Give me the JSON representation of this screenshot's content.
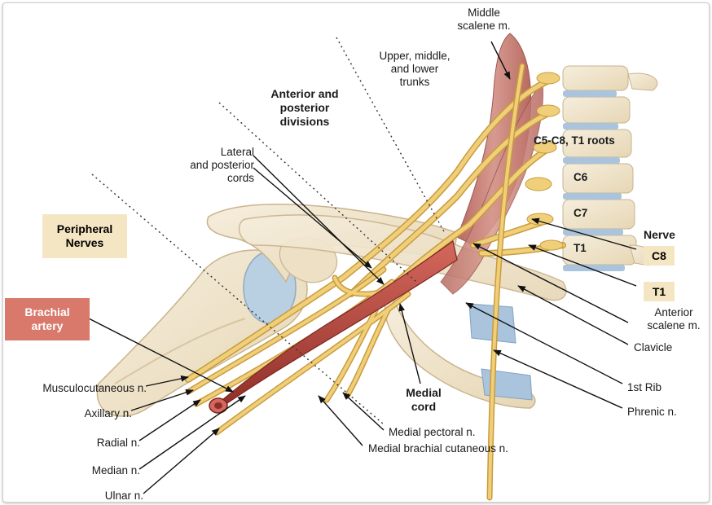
{
  "labels": {
    "middle_scalene": [
      "Middle",
      "scalene m."
    ],
    "trunks": [
      "Upper, middle,",
      "and lower",
      "trunks"
    ],
    "divisions": [
      "Anterior and",
      "posterior",
      "divisions"
    ],
    "cords": [
      "Lateral",
      "and posterior",
      "cords"
    ],
    "roots": "C5-C8, T1 roots",
    "c6": "C6",
    "c7": "C7",
    "t1_vertebra": "T1",
    "nerve_heading": "Nerve",
    "nerve_c8": "C8",
    "nerve_t1": "T1",
    "anterior_scalene": [
      "Anterior",
      "scalene m."
    ],
    "clavicle": "Clavicle",
    "first_rib": "1st Rib",
    "phrenic": "Phrenic n.",
    "medial_cord": [
      "Medial",
      "cord"
    ],
    "medial_pectoral": "Medial pectoral n.",
    "medial_brachial": "Medial brachial cutaneous n.",
    "musculocutaneous": "Musculocutaneous n.",
    "axillary": "Axillary n.",
    "radial": "Radial n.",
    "median": "Median n.",
    "ulnar": "Ulnar n.",
    "peripheral_nerves": [
      "Peripheral",
      "Nerves"
    ],
    "brachial_artery": [
      "Brachial",
      "artery"
    ]
  },
  "colors": {
    "nerve": "#f0cf7a",
    "nerve_outline": "#c99b3c",
    "bone": "#f1e6cf",
    "bone_outline": "#c9b38d",
    "artery": "#b8453c",
    "muscle": "#c9867d",
    "cartilage": "#a9c4dc",
    "peripheral_box": "#f5e6c3",
    "artery_box": "#d9796c"
  }
}
